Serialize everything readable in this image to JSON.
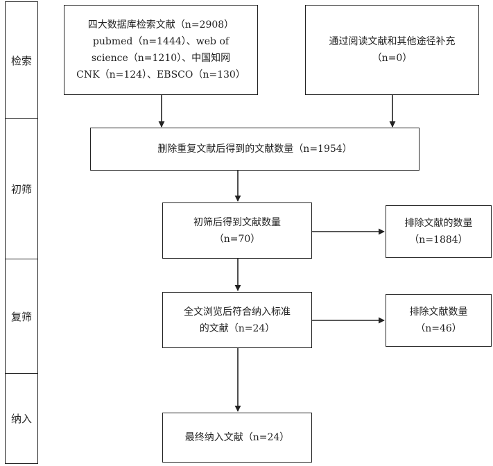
{
  "stages": [
    {
      "label": "检索"
    },
    {
      "label": "初筛"
    },
    {
      "label": "复筛"
    },
    {
      "label": "纳入"
    }
  ],
  "boxes": {
    "databases": {
      "lines": [
        "四大数据库检索文献（n=2908）",
        "pubmed（n=1444）、web of",
        "science（n=1210）、中国知网",
        "CNK（n=124）、EBSCO（n=130）"
      ]
    },
    "other_sources": {
      "lines": [
        "通过阅读文献和其他途径补充",
        "（n=0）"
      ]
    },
    "dedup": {
      "lines": [
        "删除重复文献后得到的文献数量（n=1954）"
      ]
    },
    "screened": {
      "lines": [
        "初筛后得到文献数量",
        "（n=70）"
      ]
    },
    "excluded_screen": {
      "lines": [
        "排除文献的数量",
        "（n=1884）"
      ]
    },
    "fulltext": {
      "lines": [
        "全文浏览后符合纳入标准",
        "的文献（n=24）"
      ]
    },
    "excluded_fulltext": {
      "lines": [
        "排除文献数量",
        "（n=46）"
      ]
    },
    "included": {
      "lines": [
        "最终纳入文献（n=24）"
      ]
    }
  }
}
